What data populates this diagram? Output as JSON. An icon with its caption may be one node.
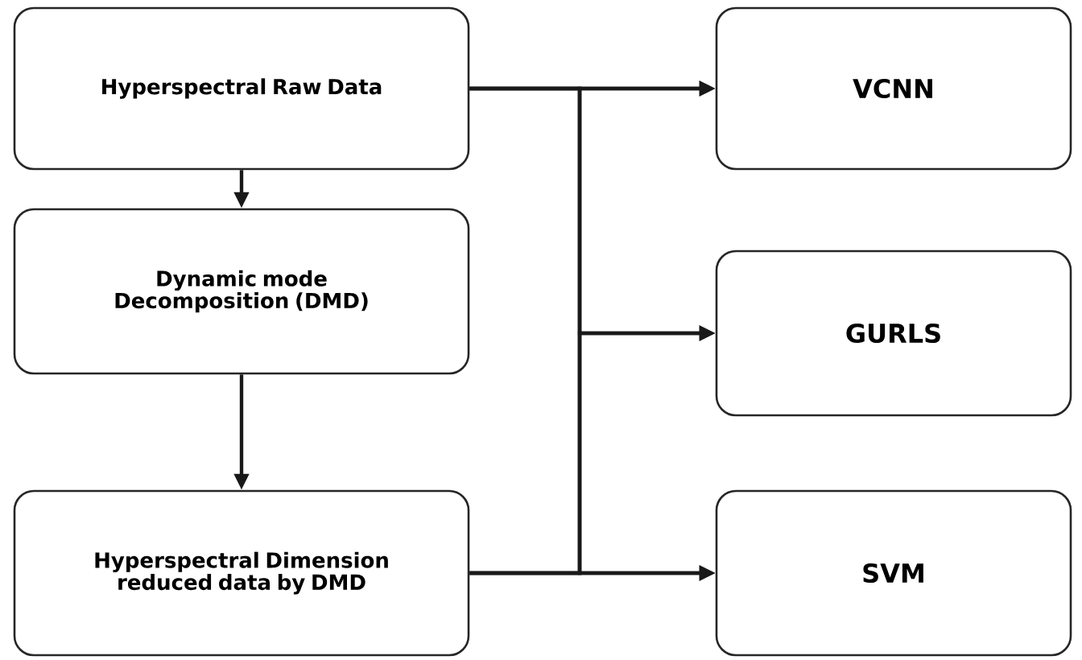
{
  "diagram": {
    "nodes": [
      {
        "text": [
          "Hyperspectral Raw Data"
        ]
      },
      {
        "text": [
          "Dynamic mode Decomposition (DMD)"
        ]
      },
      {
        "text": [
          "Hyperspectral Dimension reduced data by DMD"
        ]
      },
      {
        "text": [
          "VCNN"
        ]
      },
      {
        "text": [
          "GURLS"
        ]
      },
      {
        "text": [
          "SVM"
        ]
      }
    ],
    "edges": [
      {
        "from": 0,
        "to": 1,
        "arrow": "to"
      },
      {
        "from": 1,
        "to": 2,
        "arrow": "to"
      },
      {
        "from": 0,
        "to": 3,
        "arrow": "to"
      },
      {
        "from": 0,
        "to": 4,
        "arrow": "to"
      },
      {
        "from": 0,
        "to": 5,
        "arrow": "to"
      },
      {
        "from": 2,
        "to": 3,
        "arrow": "to"
      },
      {
        "from": 2,
        "to": 4,
        "arrow": "to"
      },
      {
        "from": 2,
        "to": 5,
        "arrow": "to"
      }
    ]
  }
}
